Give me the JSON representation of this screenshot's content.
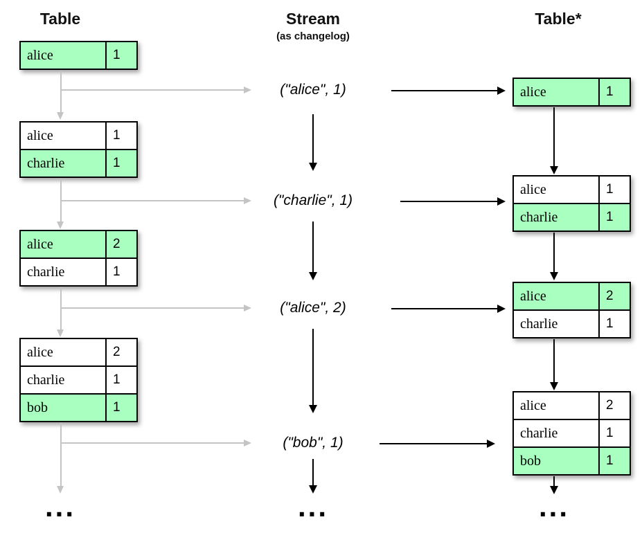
{
  "headers": {
    "left": "Table",
    "middle": "Stream",
    "middle_sub": "(as changelog)",
    "right": "Table*"
  },
  "colors": {
    "highlight_green": "#a9ffbf",
    "gray_arrow": "#c4c4c4",
    "black_arrow": "#000000",
    "table_border": "#000000"
  },
  "left_tables": [
    {
      "rows": [
        {
          "name": "alice",
          "value": "1",
          "highlight": true
        }
      ]
    },
    {
      "rows": [
        {
          "name": "alice",
          "value": "1",
          "highlight": false
        },
        {
          "name": "charlie",
          "value": "1",
          "highlight": true
        }
      ]
    },
    {
      "rows": [
        {
          "name": "alice",
          "value": "2",
          "highlight": true
        },
        {
          "name": "charlie",
          "value": "1",
          "highlight": false
        }
      ]
    },
    {
      "rows": [
        {
          "name": "alice",
          "value": "2",
          "highlight": false
        },
        {
          "name": "charlie",
          "value": "1",
          "highlight": false
        },
        {
          "name": "bob",
          "value": "1",
          "highlight": true
        }
      ]
    }
  ],
  "stream_events": [
    "(\"alice\", 1)",
    "(\"charlie\", 1)",
    "(\"alice\", 2)",
    "(\"bob\", 1)"
  ],
  "right_tables": [
    {
      "rows": [
        {
          "name": "alice",
          "value": "1",
          "highlight": true
        }
      ]
    },
    {
      "rows": [
        {
          "name": "alice",
          "value": "1",
          "highlight": false
        },
        {
          "name": "charlie",
          "value": "1",
          "highlight": true
        }
      ]
    },
    {
      "rows": [
        {
          "name": "alice",
          "value": "2",
          "highlight": true
        },
        {
          "name": "charlie",
          "value": "1",
          "highlight": false
        }
      ]
    },
    {
      "rows": [
        {
          "name": "alice",
          "value": "2",
          "highlight": false
        },
        {
          "name": "charlie",
          "value": "1",
          "highlight": false
        },
        {
          "name": "bob",
          "value": "1",
          "highlight": true
        }
      ]
    }
  ],
  "ellipsis": {
    "left": "...",
    "middle": "...",
    "right": "..."
  }
}
